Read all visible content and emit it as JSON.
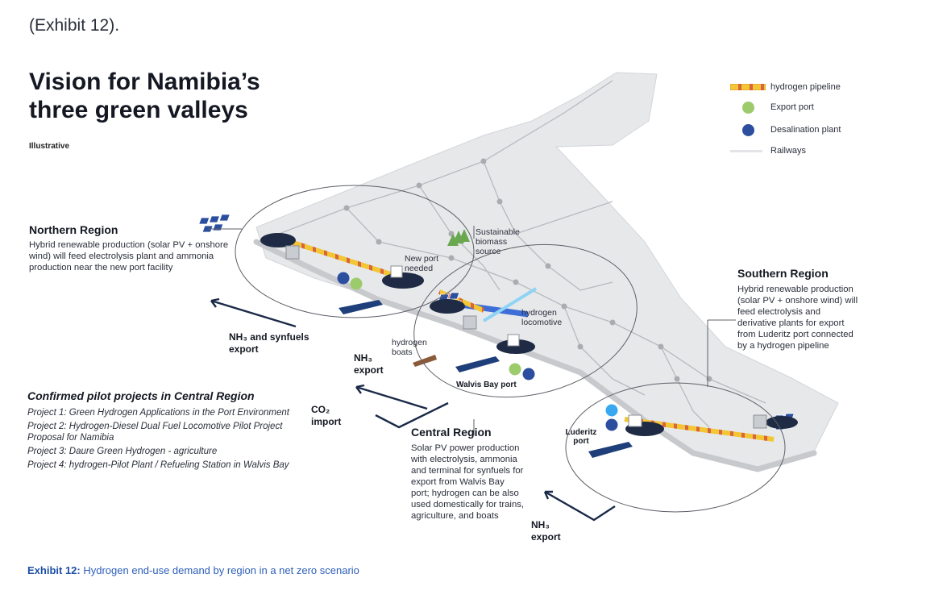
{
  "top_ref": "(Exhibit 12).",
  "title_line1": "Vision for Namibia’s",
  "title_line2": "three green valleys",
  "subtitle": "Illustrative",
  "legend": {
    "pipeline": "hydrogen pipeline",
    "export_port": "Export port",
    "desal": "Desalination plant",
    "railways": "Railways"
  },
  "colors": {
    "export_port": "#9ccb6b",
    "desal": "#2b4f9e",
    "light_blue": "#38a8f0",
    "pipeline_yellow": "#f2c634",
    "pipeline_blue": "#3d6ed8",
    "land": "#e7e8ea",
    "caption": "#2d5fb8"
  },
  "northern": {
    "title": "Northern Region",
    "desc": "Hybrid renewable production (solar PV + onshore wind) will feed electrolysis plant and ammonia production near the new port facility"
  },
  "southern": {
    "title": "Southern Region",
    "desc": "Hybrid renewable production (solar PV + onshore wind) will feed electrolysis and derivative plants for export from Luderitz port connected by a hydrogen pipeline"
  },
  "central": {
    "title": "Central Region",
    "desc": "Solar PV power production  with electrolysis, ammonia and terminal for synfuels for export from Walvis Bay port; hydrogen can be also used domestically for trains, agriculture, and boats"
  },
  "labels": {
    "biomass": "Sustainable biomass source",
    "new_port": "New port needed",
    "h2_loco": "hydrogen locomotive",
    "h2_boats": "hydrogen boats",
    "walvis": "Walvis Bay port",
    "luderitz": "Luderitz port",
    "nh3_synfuels": "NH₃ and synfuels export",
    "nh3_export_central": "NH₃ export",
    "co2_import": "CO₂ import",
    "nh3_export_south": "NH₃ export"
  },
  "pilots": {
    "title": "Confirmed pilot projects in Central Region",
    "items": [
      "Project 1: Green Hydrogen Applications in the Port Environment",
      "Project 2: Hydrogen-Diesel Dual Fuel Locomotive Pilot Project Proposal for Namibia",
      "Project 3: Daure Green Hydrogen - agriculture",
      "Project 4: hydrogen-Pilot Plant / Refueling Station in Walvis Bay"
    ]
  },
  "caption": {
    "prefix": "Exhibit 12:",
    "text": " Hydrogen end-use demand by region in a net zero scenario"
  }
}
